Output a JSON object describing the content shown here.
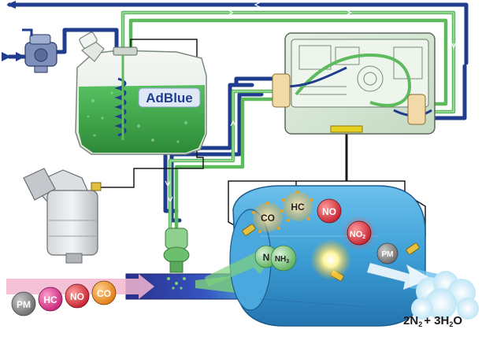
{
  "tank": {
    "label": "AdBlue"
  },
  "exhaust_inlet": {
    "molecules": [
      {
        "label": "PM",
        "color": "#8a8a8a"
      },
      {
        "label": "HC",
        "color": "#e0449a"
      },
      {
        "label": "NO",
        "color": "#e8505a"
      },
      {
        "label": "CO",
        "color": "#f29a2e"
      }
    ]
  },
  "catalyst": {
    "co": "CO",
    "hc": "HC",
    "no": "NO",
    "no2": "NO",
    "no2_sub": "2",
    "pm": "PM",
    "n": "N",
    "nh3": "NH",
    "nh3_sub": "3"
  },
  "output": {
    "p1": "2N",
    "s1": "2",
    "p2": "+ 3H",
    "s2": "2",
    "p3": "O"
  },
  "colors": {
    "dark_blue": "#1f3c8f",
    "green": "#5dbb5d",
    "adblue_liquid": "#3aa645",
    "catalyst_body": "#3d9fd6"
  }
}
